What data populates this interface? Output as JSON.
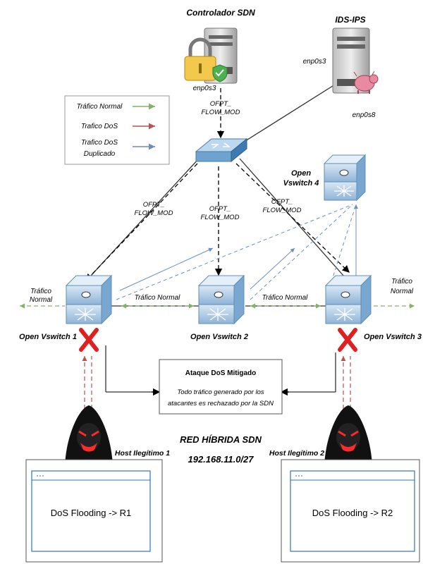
{
  "labels": {
    "controller": "Controlador SDN",
    "ids": "IDS-IPS",
    "enp_ctrl": "enp0s3",
    "enp_ids_left": "enp0s3",
    "enp_ids_right": "enp0s8",
    "ofpt_top_a": "OFPT_",
    "ofpt_top_b": "FLOW_MOD",
    "ofpt_left_a": "OFPT_",
    "ofpt_left_b": "FLOW_MOD",
    "ofpt_mid_a": "OFPT_",
    "ofpt_mid_b": "FLOW_MOD",
    "ofpt_right_a": "OFPT_",
    "ofpt_right_b": "FLOW_MOD",
    "ovs4_a": "Open",
    "ovs4_b": "Vswitch 4",
    "ovs1": "Open Vswitch 1",
    "ovs2": "Open Vswitch 2",
    "ovs3": "Open Vswitch 3",
    "tn_left_a": "Tráfico",
    "tn_left_b": "Normal",
    "tn_right_a": "Tráfico",
    "tn_right_b": "Normal",
    "tn_12": "Tráfico Normal",
    "tn_23": "Tráfico Normal",
    "host1": "Host Ilegítimo 1",
    "host2": "Host Ilegítimo 2",
    "red_title": "RED HÍBRIDA SDN",
    "subnet": "192.168.11.0/27",
    "r1": "DoS Flooding -> R1",
    "r2": "DoS Flooding -> R2"
  },
  "legend": {
    "normal": "Tráfico Normal",
    "dos": "Trafico DoS",
    "dup_a": "Trafico DoS",
    "dup_b": "Duplicado",
    "color_normal": "#82b366",
    "color_dos": "#b85450",
    "color_dup": "#6c8ebf"
  },
  "mitigated": {
    "title": "Ataque DoS Mitigado",
    "line1": "Todo tráfico generado por los",
    "line2": "atacantes es rechazado por la SDN"
  },
  "icons": {
    "controller": "server-with-padlock-icon",
    "ids": "server-with-pig-icon",
    "core_switch": "network-switch-icon",
    "ovs": "layer3-switch-icon",
    "attacker": "hooded-hacker-icon",
    "blocked": "red-x-icon"
  }
}
